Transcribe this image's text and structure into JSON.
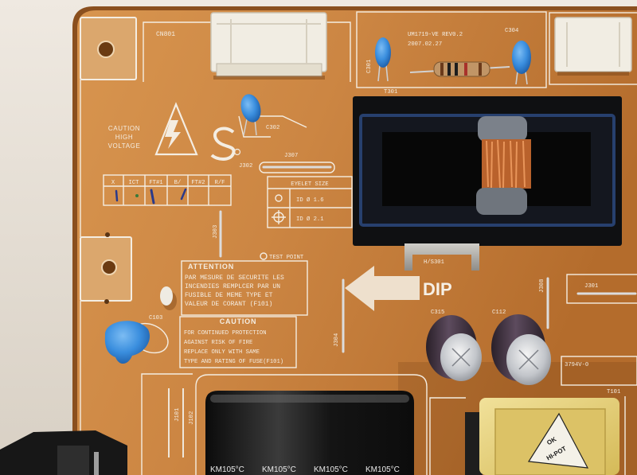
{
  "colors": {
    "wall": "#e7e1d8",
    "board": "#c9823d",
    "silkscreen": "#f4ede2",
    "ceramic_capacitor": "#3a8ede",
    "transformer_core": "#111318",
    "winding": "#b9622c",
    "yellow_transformer": "#e6d27a"
  },
  "silkscreen": {
    "cn801": "CN801",
    "hv_warning": [
      "CAUTION",
      "HIGH",
      "VOLTAGE"
    ],
    "c302": "C302",
    "j307": "J307",
    "j302": "J302",
    "test_table_headers": [
      "X",
      "ICT",
      "FT#1",
      "B/",
      "FT#2",
      "R/F"
    ],
    "eyelet": {
      "title": "EYELET SIZE",
      "small": "ID Ø 1.6",
      "large": "ID Ø 2.1"
    },
    "j303": "J303",
    "attention": {
      "title": "ATTENTION",
      "lines": [
        "PAR MESURE DE SECURITE LES",
        "INCENDIES REMPLCER PAR UN",
        "FUSIBLE DE MEME TYPE ET",
        "VALEUR DE CORANT (F101)"
      ]
    },
    "test_point": "TEST POINT",
    "caution": {
      "title": "CAUTION",
      "lines": [
        "FOR CONTINUED PROTECTION",
        "AGAINST RISK OF FIRE",
        "REPLACE ONLY WITH SAME",
        "TYPE AND RATING OF FUSE(F101)"
      ]
    },
    "c103": "C103",
    "dip": "DIP",
    "hs301": "H/S301",
    "t301": "T301",
    "board_revision": "UM1719-VE REV0.2",
    "board_date": "2007.02.27",
    "c301": "C301",
    "c304": "C304",
    "j308": "J308",
    "j301": "J301",
    "c315": "C315",
    "c112": "C112",
    "j304": "J304",
    "part_code": "3794V-0",
    "t101": "T101",
    "j101": "J101",
    "j102": "J102"
  },
  "components": {
    "bulk_capacitor_marking": "KM105°C",
    "transformer_label": {
      "top": "OK",
      "bottom": "HI-POT"
    }
  }
}
